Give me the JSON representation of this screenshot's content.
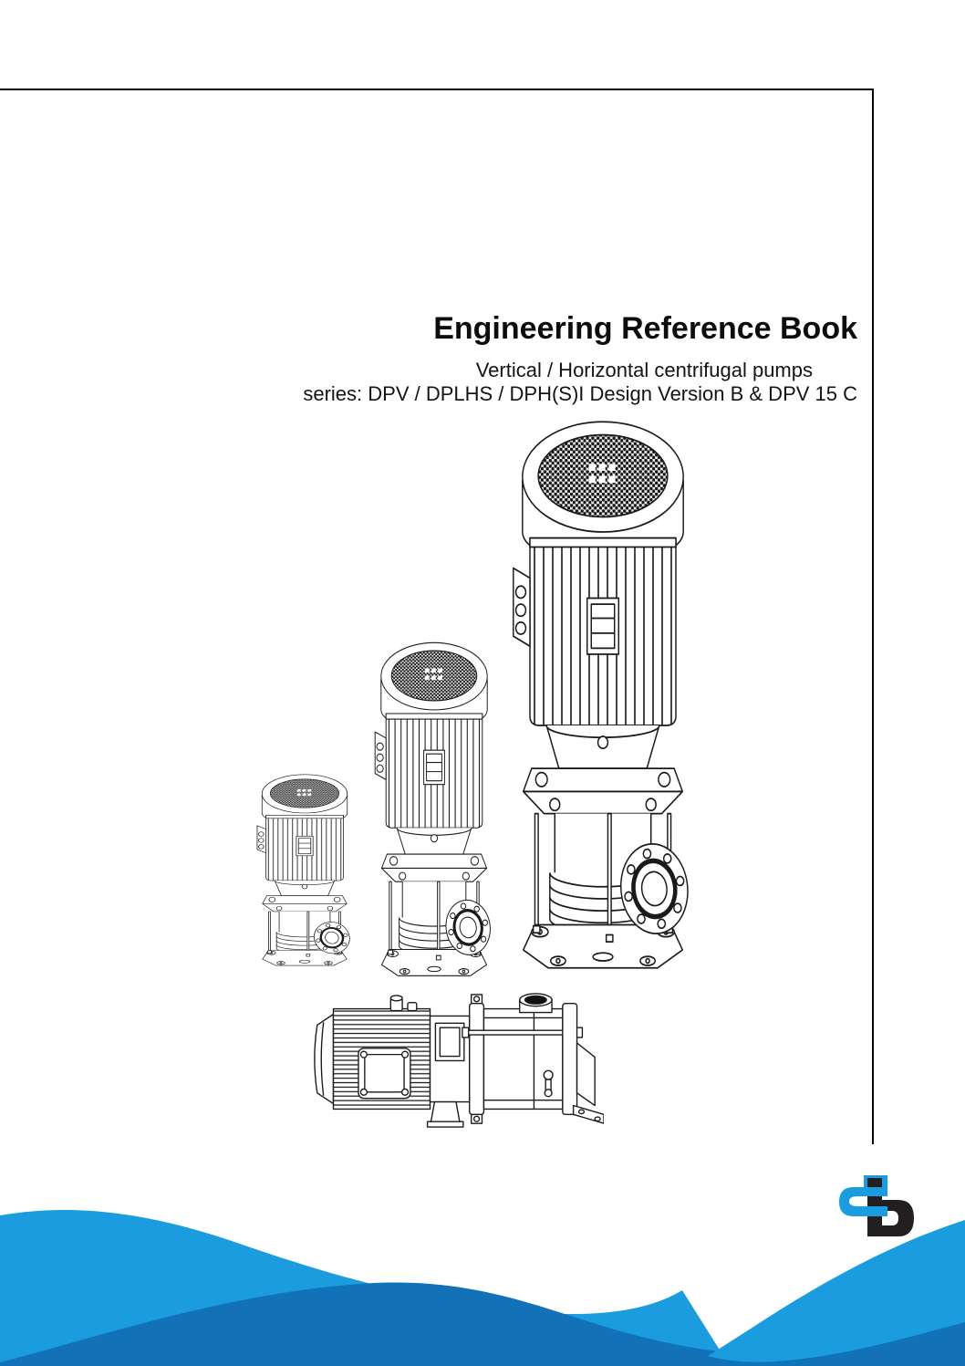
{
  "page": {
    "background": "#ffffff",
    "border_color": "#000000"
  },
  "document": {
    "title": "Engineering Reference Book",
    "subtitle": "Vertical / Horizontal centrifugal pumps",
    "series_line": "series: DPV / DPLHS / DPH(S)I Design Version B & DPV 15 C"
  },
  "illustrations": [
    {
      "id": "large-vertical-pump",
      "label": "large vertical multistage centrifugal pump"
    },
    {
      "id": "medium-vertical-pump",
      "label": "medium vertical multistage centrifugal pump"
    },
    {
      "id": "small-vertical-pump",
      "label": "small vertical multistage centrifugal pump"
    },
    {
      "id": "horizontal-pump",
      "label": "horizontal multistage centrifugal pump"
    }
  ],
  "footer": {
    "wave_light_color": "#1b9cdf",
    "wave_dark_color": "#1271b7",
    "logo": {
      "text": "dp",
      "d_color": "#1b9cdf",
      "p_color": "#231f20"
    }
  }
}
